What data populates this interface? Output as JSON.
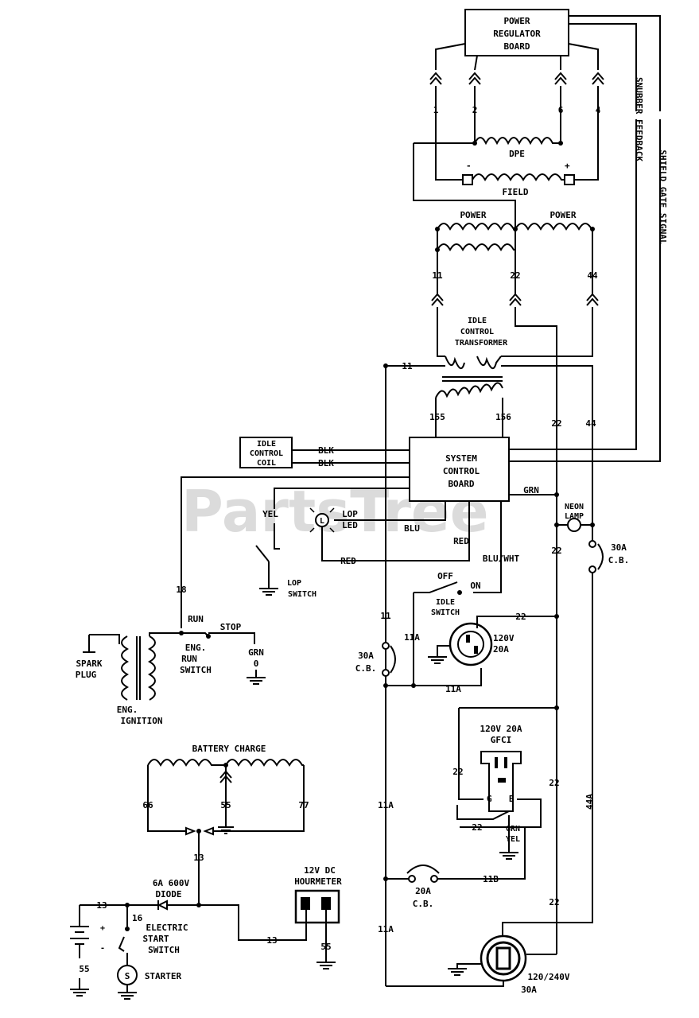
{
  "watermark": "PartsTree",
  "components": {
    "power_regulator_board": [
      "POWER",
      "REGULATOR",
      "BOARD"
    ],
    "dpe": "DPE",
    "field": "FIELD",
    "field_minus": "-",
    "field_plus": "+",
    "power_left": "POWER",
    "power_right": "POWER",
    "idle_control_transformer": [
      "IDLE",
      "CONTROL",
      "TRANSFORMER"
    ],
    "system_control_board": [
      "SYSTEM",
      "CONTROL",
      "BOARD"
    ],
    "idle_control_coil": [
      "IDLE",
      "CONTROL",
      "COIL"
    ],
    "lop_led": [
      "LOP",
      "LED"
    ],
    "lop_switch": [
      "LOP",
      "SWITCH"
    ],
    "neon_lamp": [
      "NEON",
      "LAMP"
    ],
    "cb_30a_top": [
      "30A",
      "C.B."
    ],
    "cb_30a_left": [
      "30A",
      "C.B."
    ],
    "cb_20a": [
      "20A",
      "C.B."
    ],
    "idle_switch": [
      "IDLE",
      "SWITCH"
    ],
    "idle_off": "OFF",
    "idle_on": "ON",
    "outlet_120v_20a": [
      "120V",
      "20A"
    ],
    "gfci": [
      "120V 20A",
      "GFCI"
    ],
    "outlet_120_240v": [
      "120/240V",
      "30A"
    ],
    "spark_plug": [
      "SPARK",
      "PLUG"
    ],
    "eng_ignition": [
      "ENG.",
      "IGNITION"
    ],
    "eng_run_switch": [
      "ENG.",
      "RUN",
      "SWITCH"
    ],
    "run": "RUN",
    "stop": "STOP",
    "battery_charge": "BATTERY CHARGE",
    "diode": [
      "6A 600V",
      "DIODE"
    ],
    "hourmeter": [
      "12V DC",
      "HOURMETER"
    ],
    "electric_start_switch": [
      "ELECTRIC",
      "START",
      "SWITCH"
    ],
    "starter": "STARTER",
    "starter_symbol": "S"
  },
  "wires": {
    "w1": "1",
    "w2": "2",
    "w6": "6",
    "w4": "4",
    "w11": "11",
    "w22": "22",
    "w44": "44",
    "w155": "155",
    "w156": "156",
    "w18": "18",
    "w11a": "11A",
    "w11b": "11B",
    "w44a": "44A",
    "w66": "66",
    "w55": "55",
    "w77": "77",
    "w13": "13",
    "w16": "16",
    "blk1": "BLK",
    "blk2": "BLK",
    "grn": "GRN",
    "yel": "YEL",
    "red": "RED",
    "blu": "BLU",
    "blu_wht": "BLU/WHT",
    "grn_yel": [
      "GRN",
      "YEL"
    ],
    "grn_eng": [
      "GRN",
      "0"
    ],
    "plus": "+",
    "minus": "-"
  },
  "side_labels": {
    "snubber_feedback": "SNUBBER FEEDBACK",
    "shield_gate_signal": "SHIELD GATE SIGNAL"
  }
}
